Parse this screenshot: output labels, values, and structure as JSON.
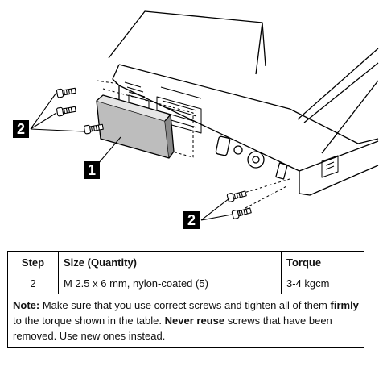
{
  "callouts": {
    "screws_top": "2",
    "cover": "1",
    "screws_bottom": "2"
  },
  "table": {
    "headers": {
      "step": "Step",
      "size": "Size (Quantity)",
      "torque": "Torque"
    },
    "rows": [
      {
        "step": "2",
        "size": "M 2.5 x 6 mm, nylon-coated (5)",
        "torque": "3-4 kgcm"
      }
    ],
    "note": {
      "label": "Note:",
      "text1": " Make sure that you use correct screws and tighten all of them ",
      "bold1": "firmly",
      "text2": " to the torque shown in the table. ",
      "bold2": "Never reuse",
      "text3": " screws that have been removed. Use new ones instead."
    }
  }
}
